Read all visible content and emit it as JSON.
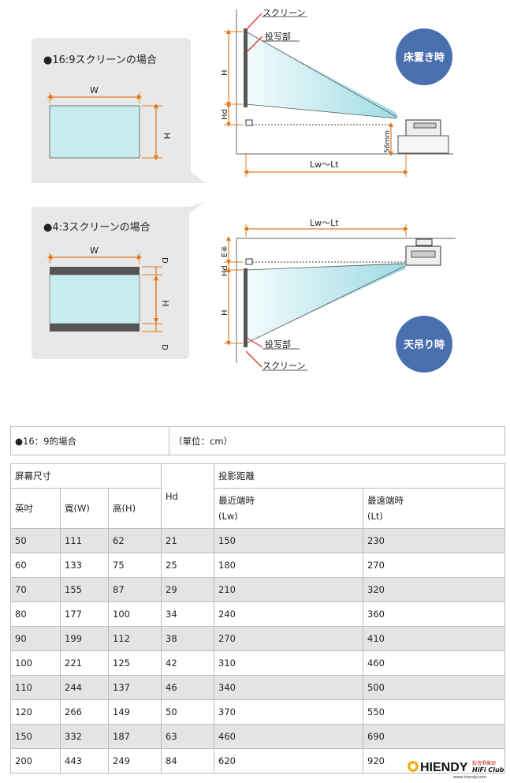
{
  "diagram": {
    "floor_panel_title": "●16:9スクリーンの場合",
    "ceiling_panel_title": "●4:3スクリーンの場合",
    "w_label": "W",
    "h_label": "H",
    "d_label": "D",
    "hd_label": "Hd",
    "e_label": "E※",
    "screen_label": "スクリーン",
    "projection_label": "投写部",
    "distance_label": "Lw～Lt",
    "offset_label": "56mm",
    "floor_badge": "床置き時",
    "ceiling_badge": "天吊り時",
    "colors": {
      "badge": "#4a6fae",
      "screen": "#c9ecef",
      "dim_line": "#e07a1c",
      "panel": "#e8e8e8"
    }
  },
  "table": {
    "title": "●16：9的場合",
    "unit": "（單位：cm）",
    "group_screen": "屏幕尺寸",
    "col_hd": "Hd",
    "group_distance": "投影距離",
    "col_inch": "英吋",
    "col_width": "寬(W)",
    "col_height": "高(H)",
    "col_near": "最近端時",
    "col_near_sub": "(Lw)",
    "col_far": "最遠端時",
    "col_far_sub": "(Lt)",
    "rows": [
      [
        "50",
        "111",
        "62",
        "21",
        "150",
        "230"
      ],
      [
        "60",
        "133",
        "75",
        "25",
        "180",
        "270"
      ],
      [
        "70",
        "155",
        "87",
        "29",
        "210",
        "320"
      ],
      [
        "80",
        "177",
        "100",
        "34",
        "240",
        "360"
      ],
      [
        "90",
        "199",
        "112",
        "38",
        "270",
        "410"
      ],
      [
        "100",
        "221",
        "125",
        "42",
        "310",
        "460"
      ],
      [
        "110",
        "244",
        "137",
        "46",
        "340",
        "500"
      ],
      [
        "120",
        "266",
        "149",
        "50",
        "370",
        "550"
      ],
      [
        "150",
        "332",
        "187",
        "63",
        "460",
        "690"
      ],
      [
        "200",
        "443",
        "249",
        "84",
        "620",
        "920"
      ]
    ]
  },
  "logo": {
    "brand": "HIENDY",
    "sub": "HiFi Club",
    "cn": "影音俱樂部",
    "url": "www.hiendy.com"
  }
}
